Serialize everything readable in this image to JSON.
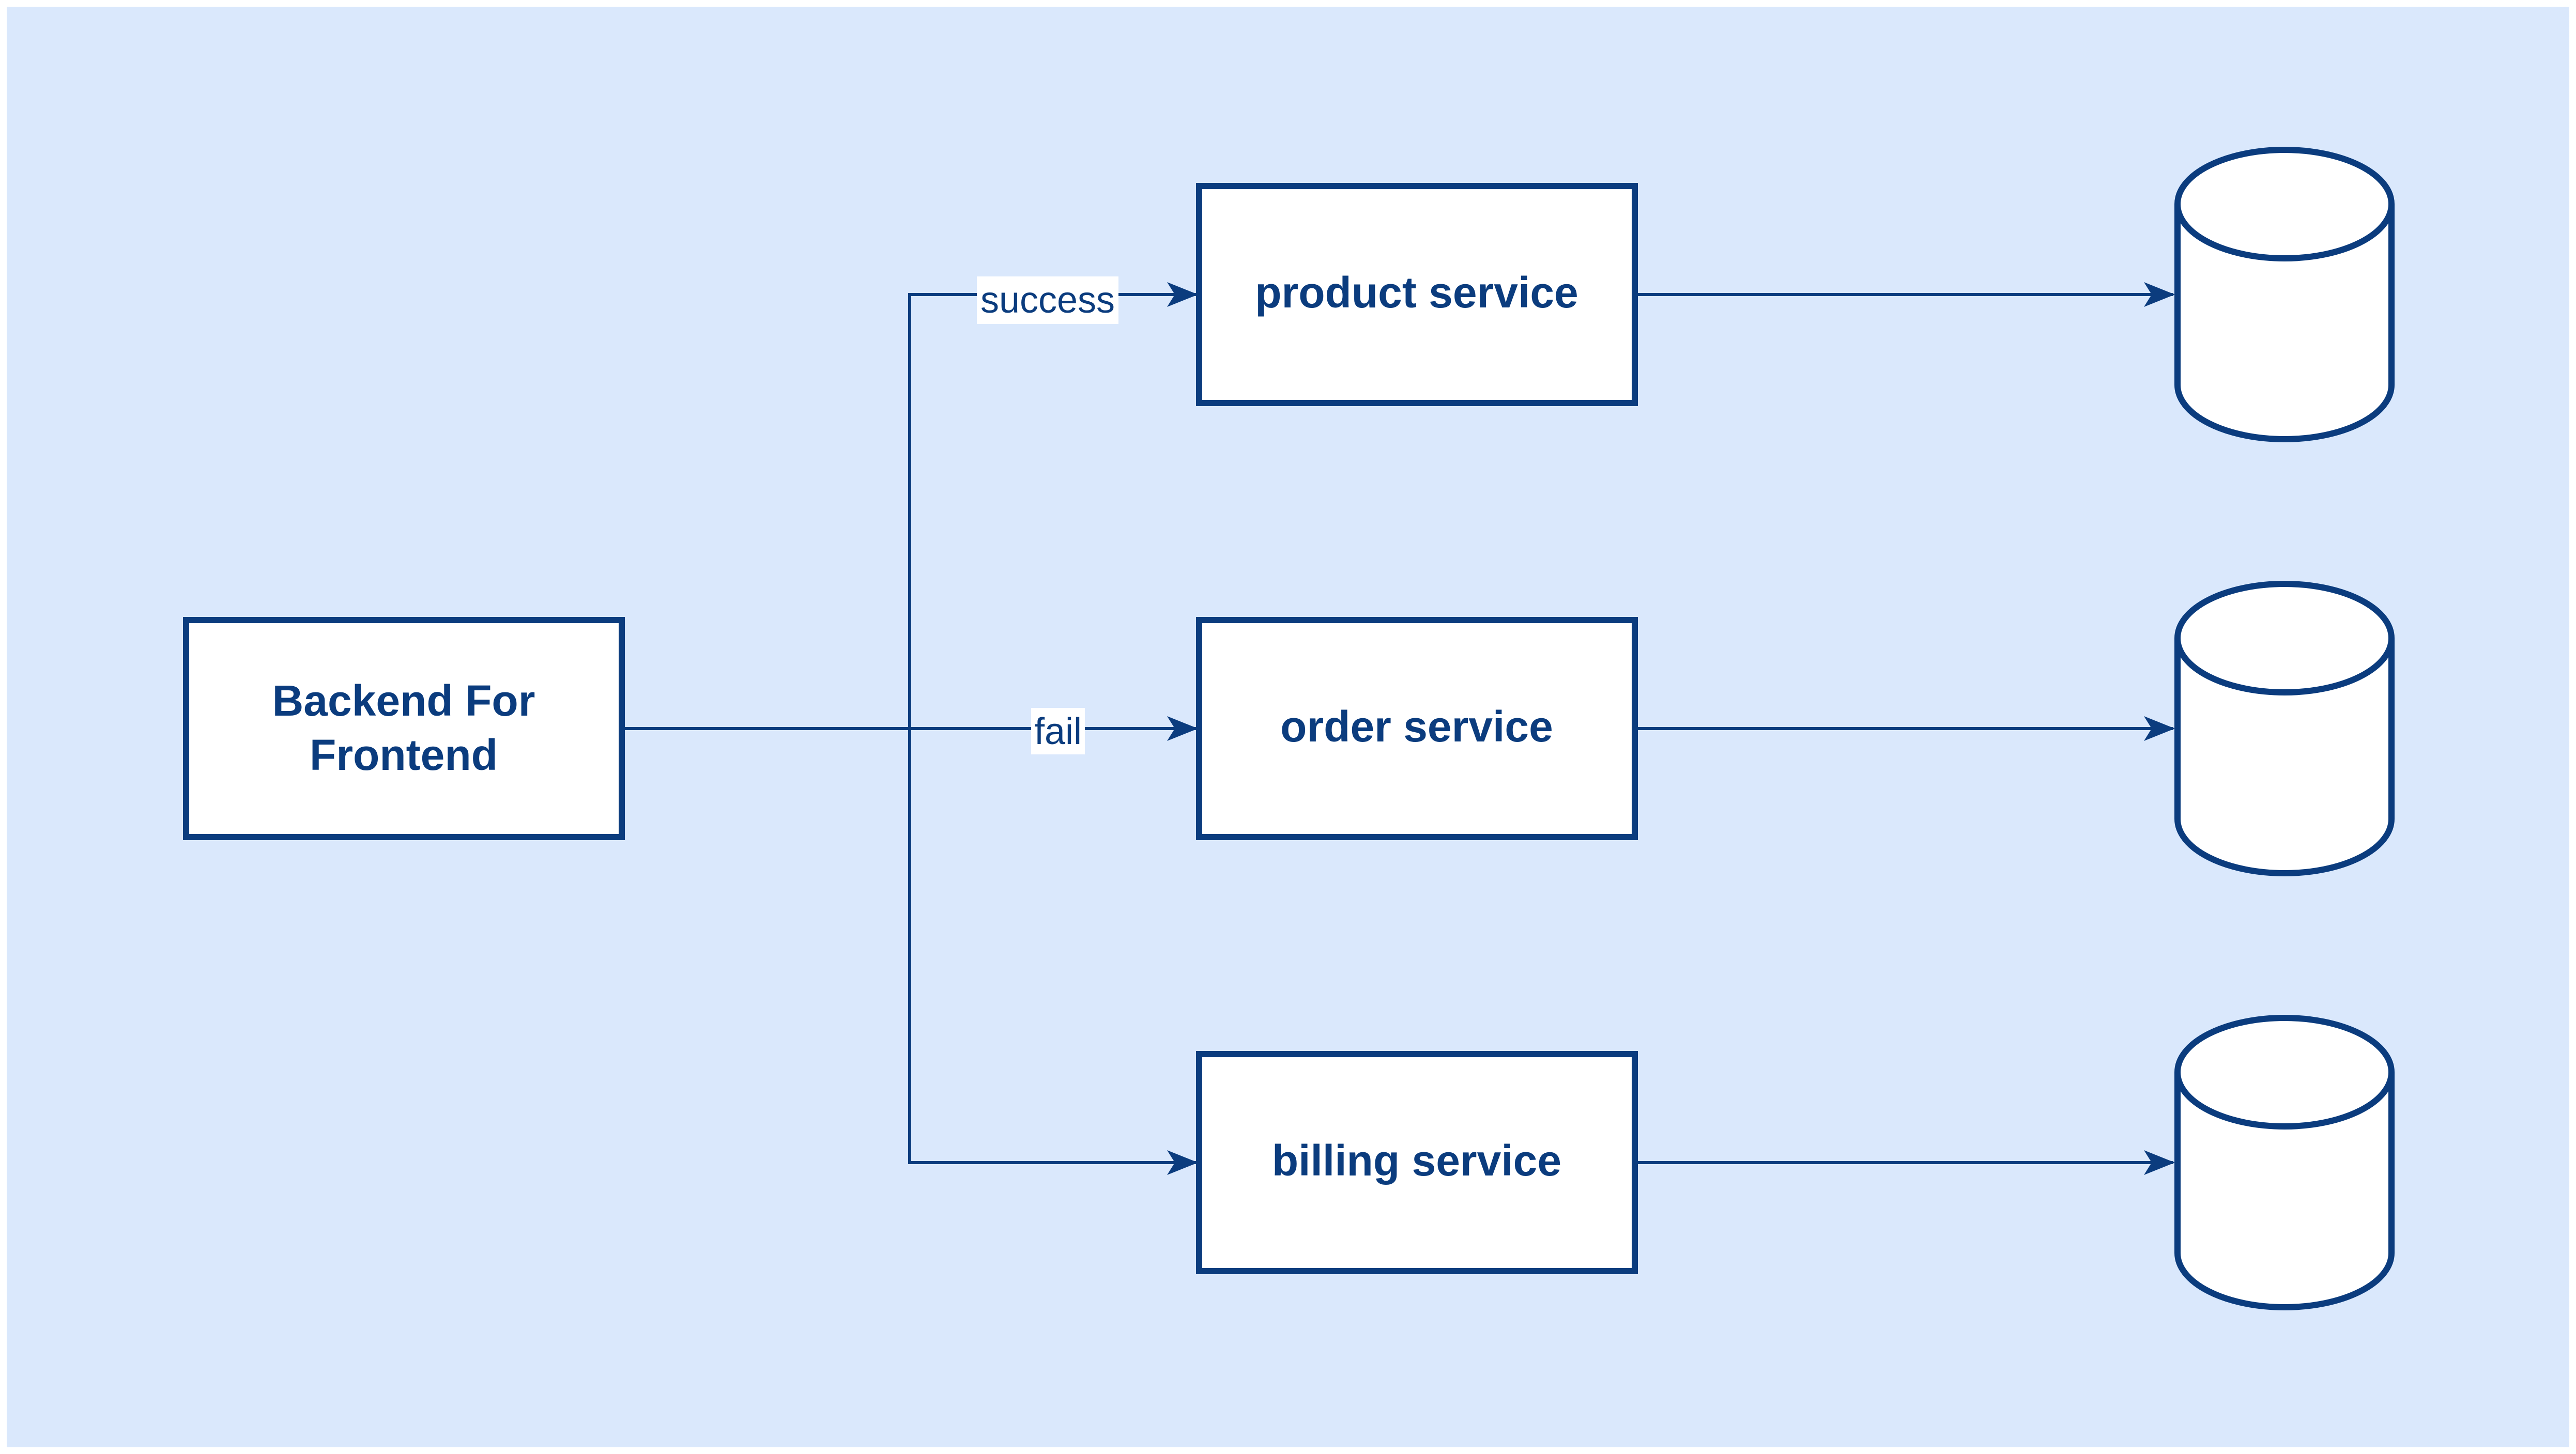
{
  "colors": {
    "canvas_background": "#dae8fc",
    "node_fill": "#ffffff",
    "stroke": "#0b3c7e",
    "text": "#0b3c7e",
    "edge_label_background": "#ffffff"
  },
  "nodes": {
    "bff": {
      "line1": "Backend For",
      "line2": "Frontend"
    },
    "product_service": {
      "label": "product service"
    },
    "order_service": {
      "label": "order service"
    },
    "billing_service": {
      "label": "billing service"
    }
  },
  "databases": {
    "product_db": {
      "shape": "cylinder"
    },
    "order_db": {
      "shape": "cylinder"
    },
    "billing_db": {
      "shape": "cylinder"
    }
  },
  "edges": {
    "bff_to_product": {
      "label": "success"
    },
    "bff_to_order": {
      "label": "fail"
    },
    "bff_to_billing": {
      "label": ""
    },
    "product_to_db": {
      "label": ""
    },
    "order_to_db": {
      "label": ""
    },
    "billing_to_db": {
      "label": ""
    }
  }
}
